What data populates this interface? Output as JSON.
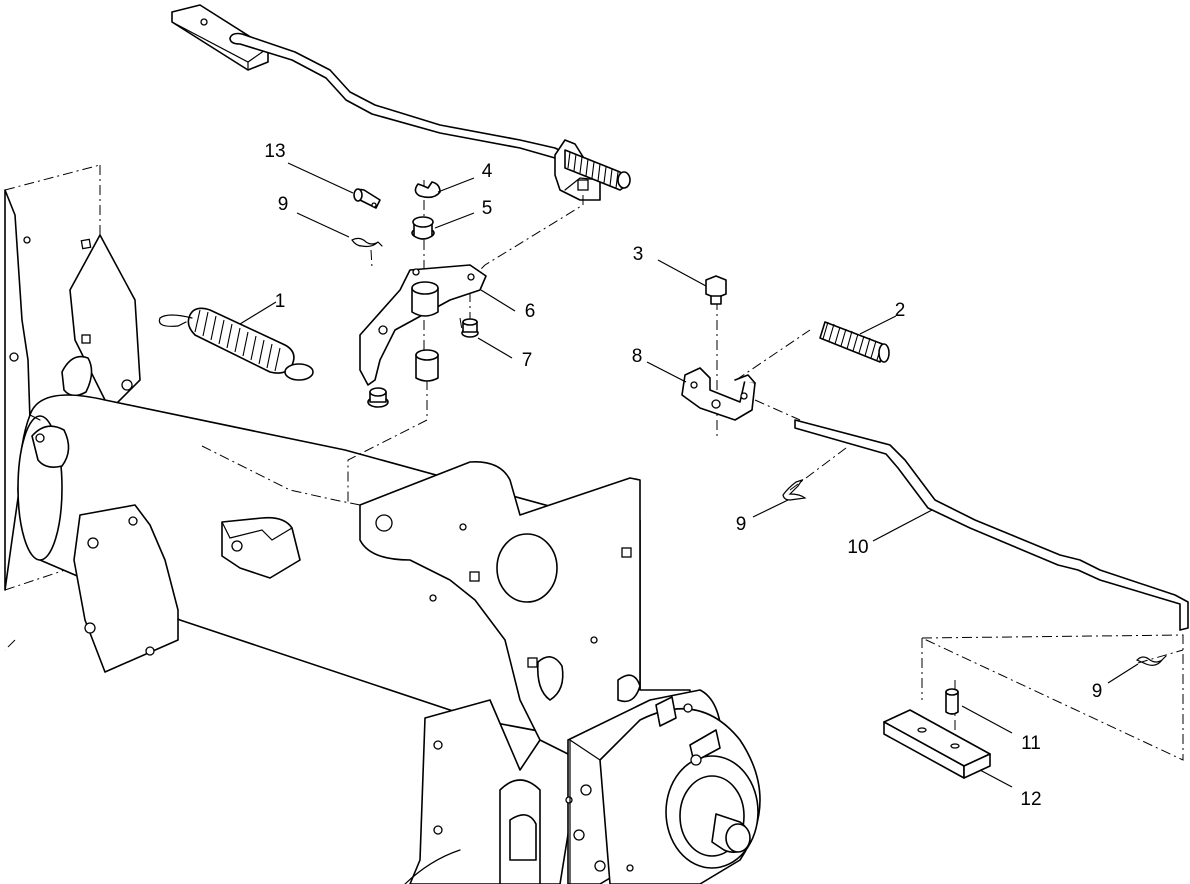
{
  "diagram": {
    "callouts": [
      {
        "id": "c1",
        "label": "1"
      },
      {
        "id": "c2",
        "label": "2"
      },
      {
        "id": "c3",
        "label": "3"
      },
      {
        "id": "c4",
        "label": "4"
      },
      {
        "id": "c5",
        "label": "5"
      },
      {
        "id": "c6",
        "label": "6"
      },
      {
        "id": "c7",
        "label": "7"
      },
      {
        "id": "c8",
        "label": "8"
      },
      {
        "id": "c9a",
        "label": "9"
      },
      {
        "id": "c9b",
        "label": "9"
      },
      {
        "id": "c9c",
        "label": "9"
      },
      {
        "id": "c10",
        "label": "10"
      },
      {
        "id": "c11",
        "label": "11"
      },
      {
        "id": "c12",
        "label": "12"
      },
      {
        "id": "c13",
        "label": "13"
      }
    ]
  },
  "colors": {
    "line": "#000000",
    "background": "#ffffff"
  }
}
